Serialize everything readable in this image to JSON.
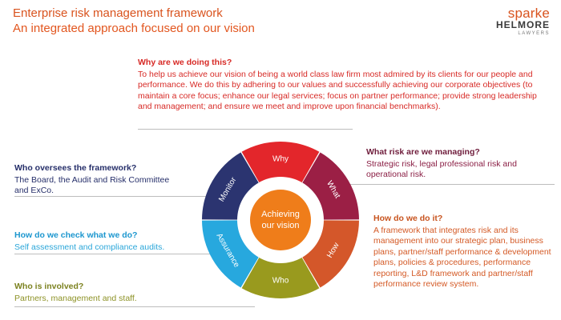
{
  "header": {
    "title": "Enterprise risk management framework",
    "subtitle": "An integrated approach focused on our vision"
  },
  "logo": {
    "line1": "sparke",
    "line2": "HELMORE",
    "line3": "LAWYERS"
  },
  "wheel": {
    "center": [
      "Achieving",
      "our vision"
    ],
    "segments": [
      {
        "label": "Why",
        "color": "#e3262b"
      },
      {
        "label": "What",
        "color": "#9b1f45"
      },
      {
        "label": "How",
        "color": "#d4572a"
      },
      {
        "label": "Who",
        "color": "#999a1e"
      },
      {
        "label": "Assurance",
        "color": "#27a8de"
      },
      {
        "label": "Monitor",
        "color": "#2b3470"
      }
    ],
    "center_color": "#ef7d1a"
  },
  "why": {
    "heading": "Why are we doing this?",
    "body": "To help us achieve our vision of being a world class law firm most admired by its clients for our people and performance. We do this by adhering to our values and successfully achieving our corporate objectives (to maintain a core focus; enhance our legal services; focus on partner performance; provide strong leadership and management; and ensure we meet and improve upon financial benchmarks)."
  },
  "what": {
    "heading": "What risk are we managing?",
    "body": "Strategic risk, legal professional risk and operational risk."
  },
  "how": {
    "heading": "How do we do it?",
    "body": "A framework that integrates risk and its management into our strategic plan, business plans, partner/staff performance & development plans, policies & procedures, performance reporting, L&D framework and partner/staff performance review system."
  },
  "oversee": {
    "heading": "Who oversees the framework?",
    "body": "The Board, the Audit and Risk Committee and ExCo."
  },
  "check": {
    "heading": "How do we check what we do?",
    "body": "Self assessment and compliance audits."
  },
  "involved": {
    "heading": "Who is involved?",
    "body": "Partners, management and staff."
  }
}
